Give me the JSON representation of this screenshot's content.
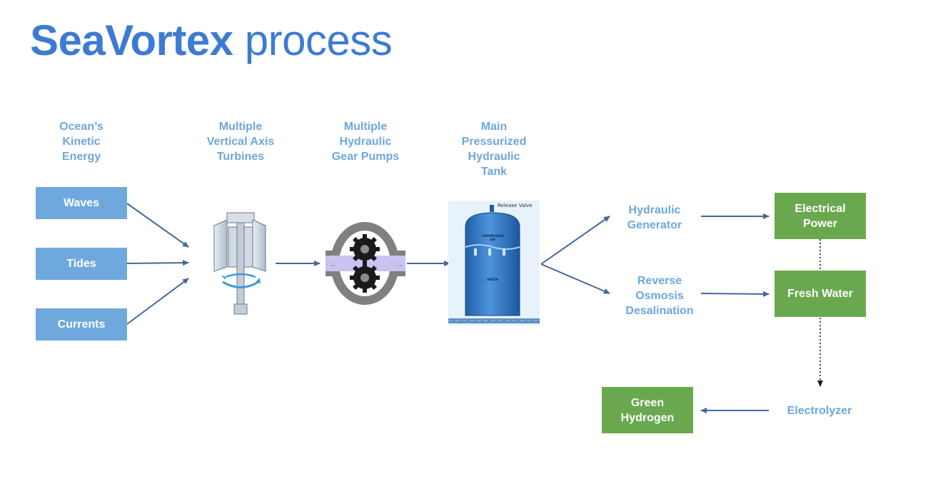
{
  "title": {
    "bold": "SeaVortex",
    "rest": " process"
  },
  "headings": {
    "energy": "Ocean’s\nKinetic\nEnergy",
    "turbines": "Multiple\nVertical Axis\nTurbines",
    "pumps": "Multiple\nHydraulic\nGear Pumps",
    "tank": "Main\nPressurized\nHydraulic\nTank"
  },
  "sources": {
    "waves": "Waves",
    "tides": "Tides",
    "currents": "Currents"
  },
  "tank_labels": {
    "release_valve": "Release Valve",
    "compressed_air": "COMPRESSED\nAIR",
    "water": "WATER"
  },
  "processes": {
    "generator": "Hydraulic\nGenerator",
    "desalination": "Reverse\nOsmosis\nDesalination",
    "electrolyzer": "Electrolyzer"
  },
  "outputs": {
    "power": "Electrical\nPower",
    "water": "Fresh Water",
    "hydrogen": "Green\nHydrogen"
  },
  "colors": {
    "title": "#3d7bd3",
    "label": "#6ea7dc",
    "source_box": "#6fa8dc",
    "output_box": "#6aa84f",
    "arrow": "#44689a"
  }
}
